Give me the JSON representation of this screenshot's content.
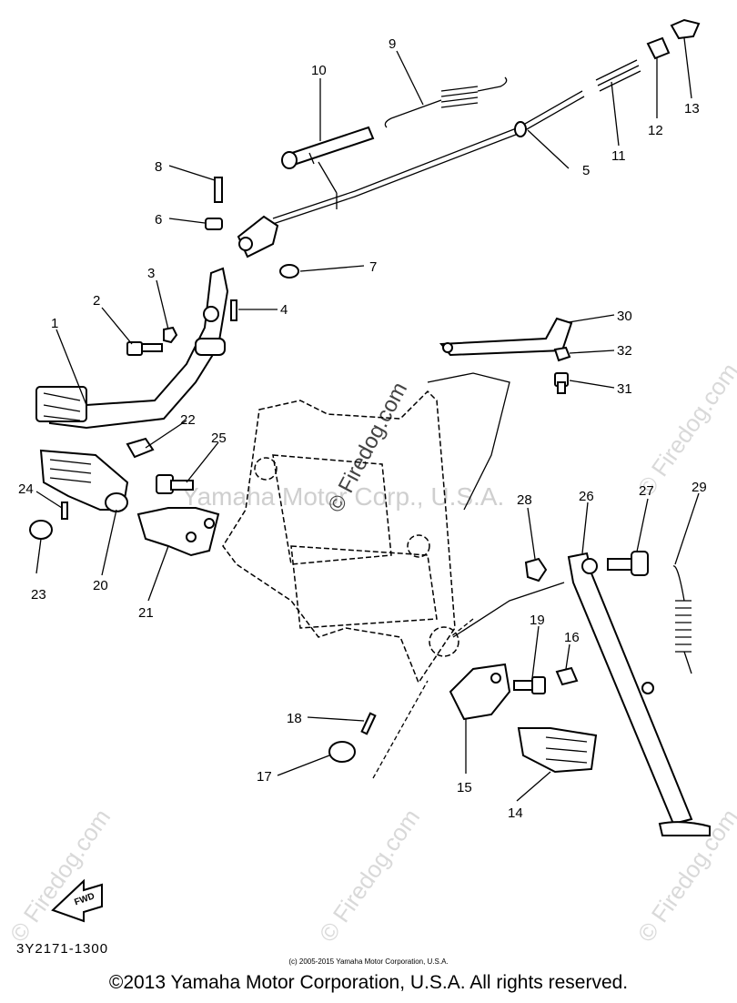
{
  "callouts": [
    {
      "id": "1",
      "text": "1"
    },
    {
      "id": "2",
      "text": "2"
    },
    {
      "id": "3",
      "text": "3"
    },
    {
      "id": "4",
      "text": "4"
    },
    {
      "id": "5",
      "text": "5"
    },
    {
      "id": "6",
      "text": "6"
    },
    {
      "id": "7",
      "text": "7"
    },
    {
      "id": "8",
      "text": "8"
    },
    {
      "id": "9",
      "text": "9"
    },
    {
      "id": "10",
      "text": "10"
    },
    {
      "id": "11",
      "text": "11"
    },
    {
      "id": "12",
      "text": "12"
    },
    {
      "id": "13",
      "text": "13"
    },
    {
      "id": "14",
      "text": "14"
    },
    {
      "id": "15",
      "text": "15"
    },
    {
      "id": "16",
      "text": "16"
    },
    {
      "id": "17",
      "text": "17"
    },
    {
      "id": "18",
      "text": "18"
    },
    {
      "id": "19",
      "text": "19"
    },
    {
      "id": "20",
      "text": "20"
    },
    {
      "id": "21",
      "text": "21"
    },
    {
      "id": "22",
      "text": "22"
    },
    {
      "id": "23",
      "text": "23"
    },
    {
      "id": "24",
      "text": "24"
    },
    {
      "id": "25",
      "text": "25"
    },
    {
      "id": "26",
      "text": "26"
    },
    {
      "id": "27",
      "text": "27"
    },
    {
      "id": "28",
      "text": "28"
    },
    {
      "id": "29",
      "text": "29"
    },
    {
      "id": "30",
      "text": "30"
    },
    {
      "id": "31",
      "text": "31"
    },
    {
      "id": "32",
      "text": "32"
    }
  ],
  "fwd_label": "FWD",
  "diagram_code": "3Y2171-1300",
  "small_copyright": "(c) 2005-2015 Yamaha Motor Corporation, U.S.A.",
  "copyright": "©2013 Yamaha Motor Corporation, U.S.A. All rights reserved.",
  "watermark_center": "© Firedog.com",
  "watermark_repeat": "© Firedog.com",
  "watermark_yamaha": "Yamaha Motor Corp., U.S.A."
}
